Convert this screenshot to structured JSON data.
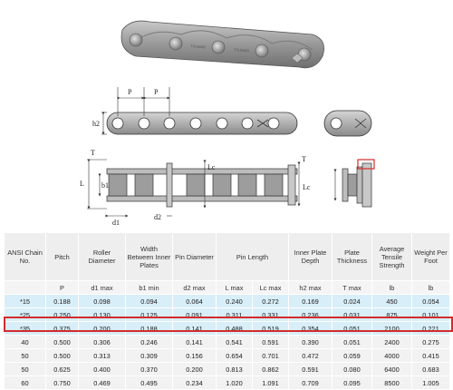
{
  "diagram": {
    "labels": {
      "pitch_1": "P",
      "pitch_2": "P",
      "plate_depth": "h2",
      "width_T": "T",
      "length_L": "L",
      "inner_width": "b1",
      "roller_dia": "d1",
      "pin_dia": "d2",
      "length_Lc": "Lc",
      "side_T": "T",
      "side_Lc": "Lc"
    },
    "plate_marking": "TSUBAKI"
  },
  "table": {
    "headers": [
      "ANSI Chain No.",
      "Pitch",
      "Roller Diameter",
      "Width Between Inner Plates",
      "Pin Diameter",
      "Pin Length",
      "Inner Plate Depth",
      "Plate Thickness",
      "Average Tensile Strength",
      "Weight Per Foot"
    ],
    "units": [
      "",
      "P",
      "d1 max",
      "b1 min",
      "d2 max",
      "L max",
      "Lc max",
      "h2 max",
      "T max",
      "lb",
      "lb"
    ],
    "rows": [
      [
        "*15",
        "0.188",
        "0.098",
        "0.094",
        "0.064",
        "0.240",
        "0.272",
        "0.169",
        "0.024",
        "450",
        "0.054"
      ],
      [
        "*25",
        "0.250",
        "0.130",
        "0.125",
        "0.091",
        "0.311",
        "0.331",
        "0.236",
        "0.031",
        "875",
        "0.101"
      ],
      [
        "*35",
        "0.375",
        "0.200",
        "0.188",
        "0.141",
        "0.488",
        "0.519",
        "0.354",
        "0.051",
        "2100",
        "0.221"
      ],
      [
        "40",
        "0.500",
        "0.306",
        "0.246",
        "0.141",
        "0.541",
        "0.591",
        "0.390",
        "0.051",
        "2400",
        "0.275"
      ],
      [
        "50",
        "0.500",
        "0.313",
        "0.309",
        "0.156",
        "0.654",
        "0.701",
        "0.472",
        "0.059",
        "4000",
        "0.415"
      ],
      [
        "50",
        "0.625",
        "0.400",
        "0.370",
        "0.200",
        "0.813",
        "0.862",
        "0.591",
        "0.080",
        "6400",
        "0.683"
      ],
      [
        "60",
        "0.750",
        "0.469",
        "0.495",
        "0.234",
        "1.020",
        "1.091",
        "0.709",
        "0.095",
        "8500",
        "1.005"
      ]
    ]
  },
  "colors": {
    "highlight": "#d42c2c",
    "row_tint_a": "#d8eef8",
    "row_tint_b": "#f2f2f2",
    "chain_metal": "#9a9a9a"
  }
}
